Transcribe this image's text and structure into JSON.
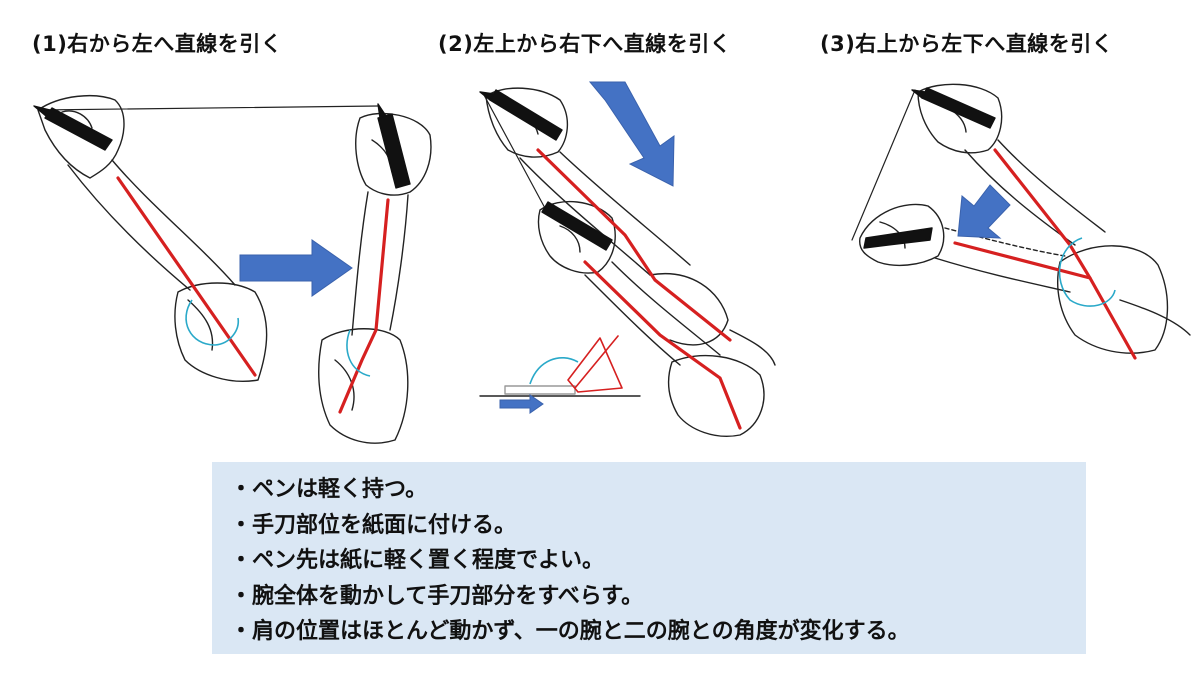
{
  "titles": [
    "(1)右から左へ直線を引く",
    "(2)左上から右下へ直線を引く",
    "(3)右上から左下へ直線を引く"
  ],
  "tips": [
    "・ペンは軽く持つ。",
    "・手刀部位を紙面に付ける。",
    "・ペン先は紙に軽く置く程度でよい。",
    "・腕全体を動かして手刀部分をすべらす。",
    "・肩の位置はほとんど動かず、一の腕と二の腕との角度が変化する。"
  ],
  "colors": {
    "arm_line": "#d62020",
    "arrow": "#4472c4",
    "angle_arc": "#2aa9c9",
    "sketch": "#222222",
    "tip_box": "#dae7f4"
  }
}
